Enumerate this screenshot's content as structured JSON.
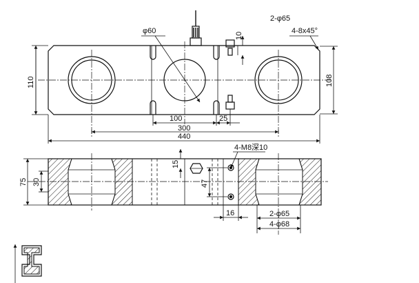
{
  "top_view": {
    "dim_phi60": "φ60",
    "dim_2phi65": "2-φ65",
    "dim_10": "10",
    "dim_chamfer": "4-8x45°",
    "dim_110": "110",
    "dim_108": "108",
    "dim_100": "100",
    "dim_25": "25",
    "dim_300": "300",
    "dim_440": "440"
  },
  "side_view": {
    "dim_m8": "4-M8深10",
    "dim_15": "15",
    "dim_75": "75",
    "dim_30": "30",
    "dim_47": "47",
    "dim_16": "16",
    "dim_2phi65": "2-φ65",
    "dim_4phi68": "4-φ68"
  }
}
